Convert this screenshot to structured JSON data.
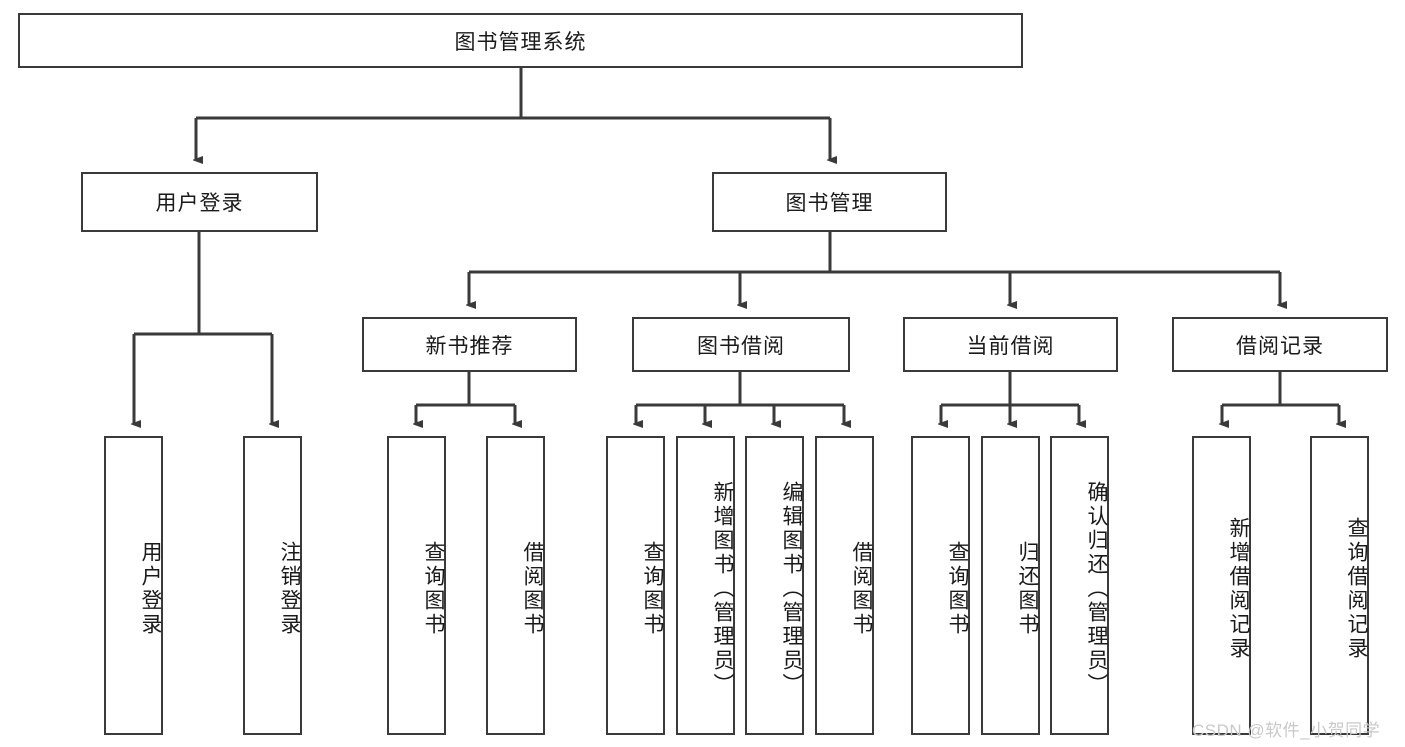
{
  "diagram": {
    "title_box": {
      "label": "图书管理系统"
    },
    "level2": [
      {
        "label": "用户登录"
      },
      {
        "label": "图书管理"
      }
    ],
    "level3": [
      {
        "label": "新书推荐"
      },
      {
        "label": "图书借阅"
      },
      {
        "label": "当前借阅"
      },
      {
        "label": "借阅记录"
      }
    ],
    "leaves": {
      "user_login": [
        {
          "label": "用户登录"
        },
        {
          "label": "注销登录"
        }
      ],
      "new_book": [
        {
          "label": "查询图书"
        },
        {
          "label": "借阅图书"
        }
      ],
      "book_borrow": [
        {
          "label": "查询图书"
        },
        {
          "label": "新增图书（管理员）"
        },
        {
          "label": "编辑图书（管理员）"
        },
        {
          "label": "借阅图书"
        }
      ],
      "current_borrow": [
        {
          "label": "查询图书"
        },
        {
          "label": "归还图书"
        },
        {
          "label": "确认归还（管理员）"
        }
      ],
      "borrow_record": [
        {
          "label": "新增借阅记录"
        },
        {
          "label": "查询借阅记录"
        }
      ]
    }
  },
  "watermark": {
    "text": "CSDN @软件_小贺同学"
  },
  "colors": {
    "stroke": "#3a3a3a",
    "text": "#1a1a1a",
    "background": "#ffffff",
    "watermark": "#c9c9c9"
  }
}
